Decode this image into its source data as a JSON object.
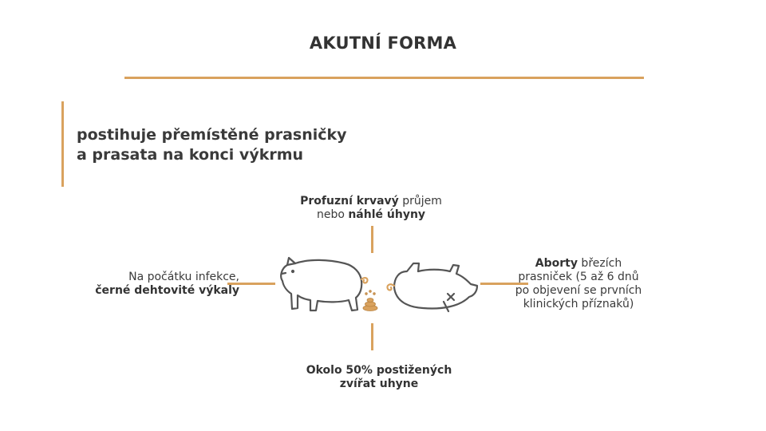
{
  "title": "AKUTNÍ FORMA",
  "subtitle": {
    "line1": "postihuje přemístěné prasničky",
    "line2": "a prasata na konci výkrmu"
  },
  "captions": {
    "top": {
      "line1_bold": "Profuzní krvavý",
      "line1_rest": " průjem",
      "line2_prefix": "nebo ",
      "line2_bold": "náhlé úhyny"
    },
    "left": {
      "line1": "Na počátku infekce,",
      "line2_bold": "černé dehtovité výkaly"
    },
    "right": {
      "line1_bold": "Aborty",
      "line1_rest": " březích",
      "line2": "prasniček (5 až 6 dnů",
      "line3": "po objevení se prvních",
      "line4": "klinických příznaků)"
    },
    "bottom": {
      "line1": "Okolo 50% postižených",
      "line2": "zvířat uhyne"
    }
  },
  "icons": [
    "standing-pig-icon",
    "droppings-icon",
    "dead-pig-icon"
  ],
  "colors": {
    "accent": "#d9a25e",
    "text": "#3a3a3a",
    "stroke": "#555555"
  }
}
